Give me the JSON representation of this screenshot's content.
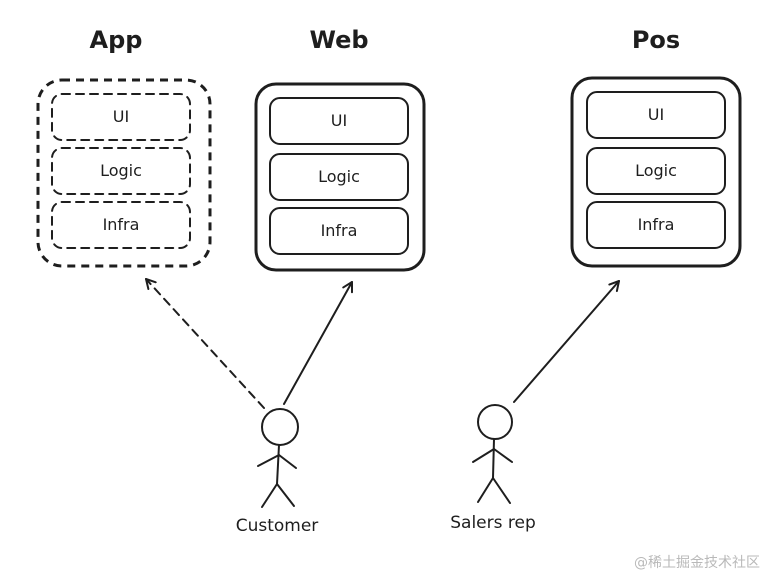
{
  "systems": [
    {
      "id": "app",
      "title": "App",
      "style": "dashed",
      "layers": [
        "UI",
        "Logic",
        "Infra"
      ]
    },
    {
      "id": "web",
      "title": "Web",
      "style": "solid",
      "layers": [
        "UI",
        "Logic",
        "Infra"
      ]
    },
    {
      "id": "pos",
      "title": "Pos",
      "style": "solid",
      "layers": [
        "UI",
        "Logic",
        "Infra"
      ]
    }
  ],
  "actors": [
    {
      "id": "customer",
      "label": "Customer"
    },
    {
      "id": "salers-rep",
      "label": "Salers rep"
    }
  ],
  "connections": [
    {
      "from": "customer",
      "to": "app",
      "style": "dashed"
    },
    {
      "from": "customer",
      "to": "web",
      "style": "solid"
    },
    {
      "from": "salers-rep",
      "to": "pos",
      "style": "solid"
    }
  ],
  "watermark": "@稀土掘金技术社区",
  "colors": {
    "ink": "#1e1e1e",
    "background": "#ffffff",
    "watermark": "#b9b9b9"
  }
}
